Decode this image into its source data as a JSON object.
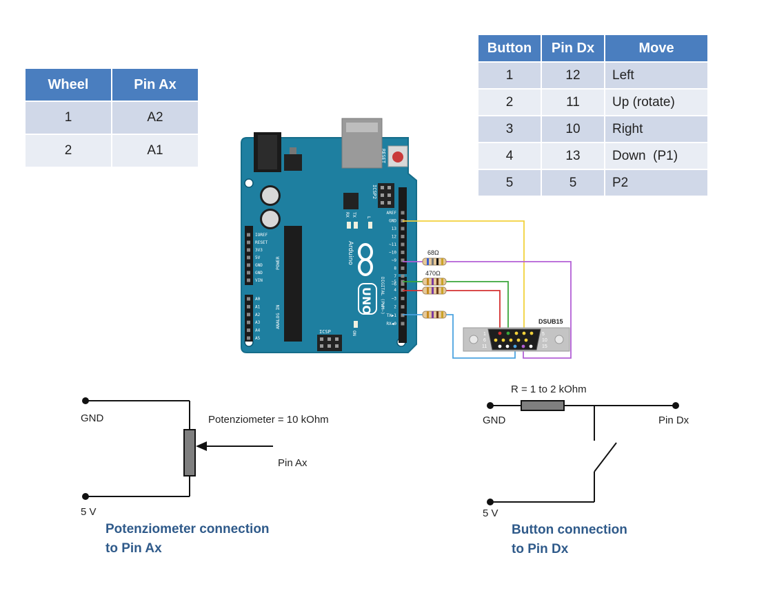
{
  "wheel_table": {
    "headers": [
      "Wheel",
      "Pin Ax"
    ],
    "rows": [
      [
        "1",
        "A2"
      ],
      [
        "2",
        "A1"
      ]
    ]
  },
  "button_table": {
    "headers": [
      "Button",
      "Pin Dx",
      "Move"
    ],
    "rows": [
      [
        "1",
        "12",
        "Left"
      ],
      [
        "2",
        "11",
        "Up (rotate)"
      ],
      [
        "3",
        "10",
        "Right"
      ],
      [
        "4",
        "13",
        "Down  (P1)"
      ],
      [
        "5",
        "5",
        "P2"
      ]
    ]
  },
  "board": {
    "reset": "RESET",
    "icsp2": "ICSP2",
    "icsp": "ICSP",
    "tx": "TX",
    "rx": "RX",
    "l": "L",
    "on": "ON",
    "brand": "Arduino",
    "model": "UNO",
    "power_pins": [
      "IOREF",
      "RESET",
      "3V3",
      "5V",
      "GND",
      "GND",
      "VIN"
    ],
    "power_label": "POWER",
    "analog_pins": [
      "A0",
      "A1",
      "A2",
      "A3",
      "A4",
      "A5"
    ],
    "analog_label": "ANALOG IN",
    "digital_pins": [
      "AREF",
      "GND",
      "13",
      "12",
      "~11",
      "~10",
      "~9",
      "8",
      "7",
      "~6",
      "~5",
      "4",
      "~3",
      "2",
      "TX▶1",
      "RX◀0"
    ],
    "digital_label": "DIGITAL (PWM~)"
  },
  "resistors": {
    "r68": "68Ω",
    "r470": "470Ω"
  },
  "connector": {
    "name": "DSUB15",
    "pin1": "1",
    "pin6": "6",
    "pin11": "11",
    "pin5": "5",
    "pin10": "10",
    "pin15": "15"
  },
  "wire_colors": {
    "gnd": "#f2d13b",
    "pin9": "#b25fd6",
    "pin7": "#3aa63a",
    "pin6": "#d43030",
    "pin3": "#4aa3e0"
  },
  "pot_circuit": {
    "gnd": "GND",
    "v5": "5 V",
    "pot_label": "Potenziometer = 10 kOhm",
    "pin": "Pin Ax",
    "caption_line1": "Potenziometer connection",
    "caption_line2": "to Pin Ax"
  },
  "button_circuit": {
    "resistor_label": "R = 1 to 2 kOhm",
    "gnd": "GND",
    "v5": "5 V",
    "pin": "Pin Dx",
    "caption_line1": "Button connection",
    "caption_line2": "to Pin Dx"
  }
}
